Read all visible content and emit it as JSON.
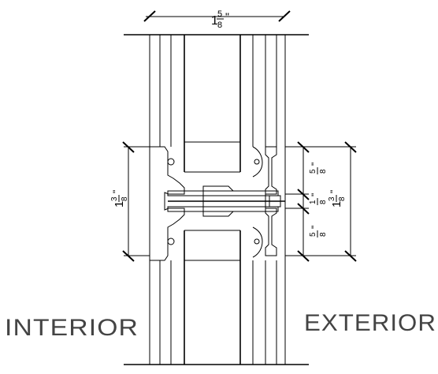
{
  "dimensions": {
    "overall_width": {
      "whole": "1",
      "numerator": "5",
      "denominator": "8",
      "unit": "\""
    },
    "left_height": {
      "whole": "1",
      "numerator": "3",
      "denominator": "8",
      "unit": "\""
    },
    "right_height": {
      "whole": "1",
      "numerator": "3",
      "denominator": "8",
      "unit": "\""
    },
    "upper_gap": {
      "numerator": "5",
      "denominator": "8",
      "unit": "\""
    },
    "middle_gap": {
      "numerator": "1",
      "denominator": "8",
      "unit": "\""
    },
    "lower_gap": {
      "numerator": "5",
      "denominator": "8",
      "unit": "\""
    }
  },
  "labels": {
    "interior": "INTERIOR",
    "exterior": "EXTERIOR"
  }
}
